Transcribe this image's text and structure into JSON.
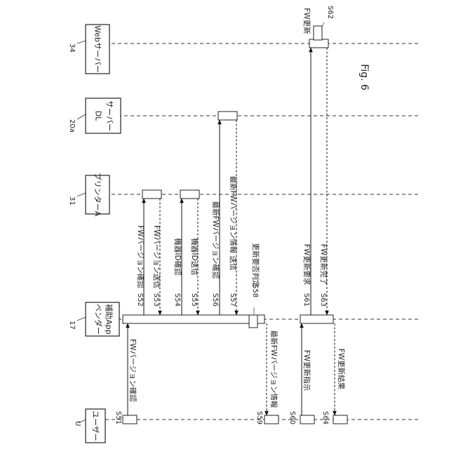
{
  "figure_label": "Fig. 6",
  "participants": [
    {
      "id": "user",
      "name": "ユーザー",
      "ref": "U"
    },
    {
      "id": "app",
      "name": "ベンダー 補助App",
      "name_line1": "ベンダー",
      "name_line2": "補助App",
      "ref": "17"
    },
    {
      "id": "printer",
      "name": "プリンターA",
      "ref": "31"
    },
    {
      "id": "dl",
      "name": "DL サーバー",
      "name_line1": "DL",
      "name_line2": "サーバー",
      "ref": "20a"
    },
    {
      "id": "web",
      "name": "Webサーバー",
      "ref": "34"
    }
  ],
  "steps": [
    {
      "id": "S51",
      "label": "FWバージョン確認",
      "from": "user",
      "to": "app",
      "kind": "sync"
    },
    {
      "id": "S52",
      "label": "FWバージョン確認",
      "from": "app",
      "to": "printer",
      "kind": "sync"
    },
    {
      "id": "S53",
      "label": "FWバージョン送信",
      "from": "printer",
      "to": "app",
      "kind": "reply"
    },
    {
      "id": "S54",
      "label": "機器ID確認",
      "from": "app",
      "to": "printer",
      "kind": "sync"
    },
    {
      "id": "S55",
      "label": "機器ID送信",
      "from": "printer",
      "to": "app",
      "kind": "reply"
    },
    {
      "id": "S56",
      "label": "最新FWバージョン確認",
      "from": "app",
      "to": "dl",
      "kind": "sync"
    },
    {
      "id": "S57",
      "label": "最新FWバージョン情報 送信",
      "from": "dl",
      "to": "app",
      "kind": "reply"
    },
    {
      "id": "S58",
      "label": "更新要否判定",
      "from": "app",
      "to": "app",
      "kind": "self"
    },
    {
      "id": "S59",
      "label": "最新FWバージョン情報",
      "from": "app",
      "to": "user",
      "kind": "reply"
    },
    {
      "id": "S60",
      "label": "FW更新指示",
      "from": "user",
      "to": "app",
      "kind": "sync"
    },
    {
      "id": "S61",
      "label": "FW更新要求",
      "from": "app",
      "to": "web",
      "kind": "sync"
    },
    {
      "id": "S62",
      "label": "FW更新",
      "from": "web",
      "to": "web",
      "kind": "self"
    },
    {
      "id": "S63",
      "label": "FW更新完了",
      "from": "web",
      "to": "app",
      "kind": "reply"
    },
    {
      "id": "S64",
      "label": "FW更新結果",
      "from": "app",
      "to": "user",
      "kind": "reply"
    }
  ]
}
